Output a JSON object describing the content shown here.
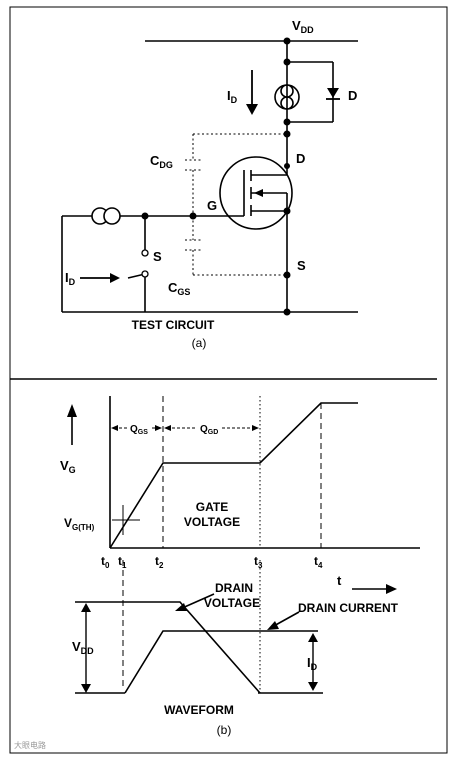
{
  "circuit": {
    "vdd": {
      "main": "V",
      "sub": "DD"
    },
    "id_arrow": {
      "main": "I",
      "sub": "D"
    },
    "diode": "D",
    "cdg": {
      "main": "C",
      "sub": "DG"
    },
    "drain": "D",
    "gate": "G",
    "cgs": {
      "main": "C",
      "sub": "GS"
    },
    "source": "S",
    "switch": "S",
    "id_left": {
      "main": "I",
      "sub": "D"
    },
    "title": "TEST CIRCUIT",
    "caption": "(a)"
  },
  "waveform": {
    "vg": {
      "main": "V",
      "sub": "G"
    },
    "ogs": {
      "main": "Q",
      "sub": "GS"
    },
    "ogd": {
      "main": "Q",
      "sub": "GD"
    },
    "gate_voltage_1": "GATE",
    "gate_voltage_2": "VOLTAGE",
    "vgth": {
      "main": "V",
      "sub": "G(TH)"
    },
    "t0": {
      "main": "t",
      "sub": "0"
    },
    "t1": {
      "main": "t",
      "sub": "1"
    },
    "t2": {
      "main": "t",
      "sub": "2"
    },
    "t3": {
      "main": "t",
      "sub": "3"
    },
    "t4": {
      "main": "t",
      "sub": "4"
    },
    "t_axis": "t",
    "drain_voltage_1": "DRAIN",
    "drain_voltage_2": "VOLTAGE",
    "drain_current": "DRAIN CURRENT",
    "vdd": {
      "main": "V",
      "sub": "DD"
    },
    "id": {
      "main": "I",
      "sub": "D"
    },
    "title": "WAVEFORM",
    "caption": "(b)"
  },
  "watermark": "大眼电路"
}
